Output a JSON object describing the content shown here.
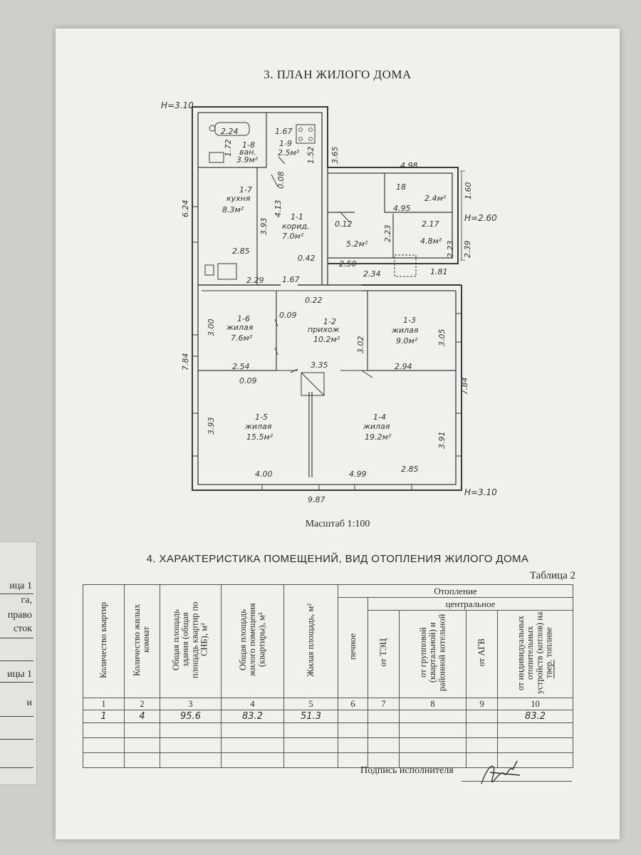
{
  "plan": {
    "title": "3. ПЛАН ЖИЛОГО ДОМА",
    "scale": "Масштаб 1:100",
    "heights": {
      "top_left": "H=3.10",
      "annex": "H=2.60",
      "bottom_right": "H=3.10"
    },
    "rooms": [
      {
        "id": "1-8",
        "name": "ван.",
        "area": "3.9м²"
      },
      {
        "id": "1-9",
        "name": "",
        "area": "2.5м²"
      },
      {
        "id": "1-7",
        "name": "кухня",
        "area": "8.3м²"
      },
      {
        "id": "1-1",
        "name": "корид.",
        "area": "7.0м²"
      },
      {
        "id": "18",
        "name": "",
        "area": "2.4м²"
      },
      {
        "id": "",
        "name": "",
        "area": "5.2м²"
      },
      {
        "id": "",
        "name": "",
        "area": "4.8м²"
      },
      {
        "id": "1-6",
        "name": "жилая",
        "area": "7.6м²"
      },
      {
        "id": "1-2",
        "name": "прихож",
        "area": "10.2м²"
      },
      {
        "id": "1-3",
        "name": "жилая",
        "area": "9.0м²"
      },
      {
        "id": "1-5",
        "name": "жилая",
        "area": "15.5м²"
      },
      {
        "id": "1-4",
        "name": "жилая",
        "area": "19.2м²"
      }
    ],
    "dimensions": [
      "2.24",
      "1.67",
      "1.72",
      "1.52",
      "3.65",
      "4.98",
      "0.08",
      "6.24",
      "4.13",
      "3.93",
      "1.60",
      "4.95",
      "0.12",
      "2.17",
      "2.23",
      "2.23",
      "2.39",
      "0.42",
      "2.85",
      "2.50",
      "2.34",
      "1.81",
      "2.29",
      "1.67",
      "0.22",
      "0.09",
      "3.00",
      "3.02",
      "3.05",
      "7.84",
      "2.54",
      "3.35",
      "2.94",
      "7.84",
      "0.09",
      "3.93",
      "3.91",
      "4.00",
      "4.99",
      "2.85",
      "9.87"
    ]
  },
  "section4": {
    "title": "4. ХАРАКТЕРИСТИКА ПОМЕЩЕНИЙ, ВИД ОТОПЛЕНИЯ ЖИЛОГО ДОМА",
    "caption": "Таблица 2",
    "headers": {
      "c1": "Количество квартир",
      "c2": "Количество жилых комнат",
      "c3": "Общая площадь здания (общая площадь квартир по СНБ), м²",
      "c4": "Общая площадь жилого помещения (квартиры), м²",
      "c5": "Жилая площадь, м²",
      "heating": "Отопление",
      "central": "центральное",
      "c6": "печное",
      "c7": "от ТЭЦ",
      "c8": "от групповой (квартальной) и районной котельной",
      "c9": "от АГВ",
      "c10": "от индивидуальных отопительных устройств (котлов) на",
      "c10_fuel": "твер.",
      "c10_suffix": " топливе"
    },
    "col_numbers": [
      "1",
      "2",
      "3",
      "4",
      "5",
      "6",
      "7",
      "8",
      "9",
      "10"
    ],
    "row": [
      "1",
      "4",
      "95.6",
      "83.2",
      "51.3",
      "",
      "",
      "",
      "",
      "83.2"
    ]
  },
  "signature": {
    "label": "Подпись исполнителя"
  },
  "background_sheet": {
    "lines": [
      "ица 1",
      "га,",
      "право",
      "сток",
      "ицы 1",
      "и"
    ]
  }
}
